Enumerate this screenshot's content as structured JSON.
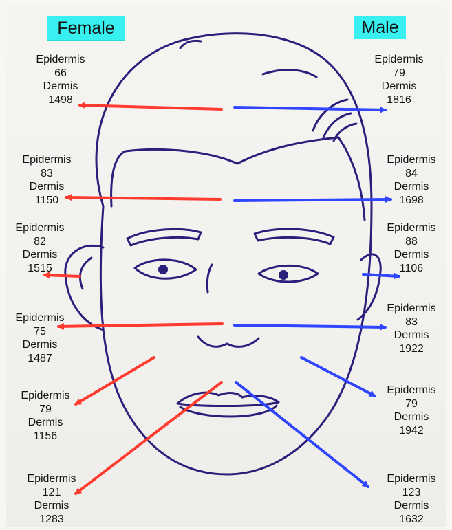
{
  "headers": {
    "female": "Female",
    "male": "Male"
  },
  "labels": {
    "female": [
      {
        "epidermis_label": "Epidermis",
        "epidermis": "66",
        "dermis_label": "Dermis",
        "dermis": "1498"
      },
      {
        "epidermis_label": "Epidermis",
        "epidermis": "83",
        "dermis_label": "Dermis",
        "dermis": "1150"
      },
      {
        "epidermis_label": "Epidermis",
        "epidermis": "82",
        "dermis_label": "Dermis",
        "dermis": "1515"
      },
      {
        "epidermis_label": "Epidermis",
        "epidermis": "75",
        "dermis_label": "Dermis",
        "dermis": "1487"
      },
      {
        "epidermis_label": "Epidermis",
        "epidermis": "79",
        "dermis_label": "Dermis",
        "dermis": "1156"
      },
      {
        "epidermis_label": "Epidermis",
        "epidermis": "121",
        "dermis_label": "Dermis",
        "dermis": "1283"
      }
    ],
    "male": [
      {
        "epidermis_label": "Epidermis",
        "epidermis": "79",
        "dermis_label": "Dermis",
        "dermis": "1816"
      },
      {
        "epidermis_label": "Epidermis",
        "epidermis": "84",
        "dermis_label": "Dermis",
        "dermis": "1698"
      },
      {
        "epidermis_label": "Epidermis",
        "epidermis": "88",
        "dermis_label": "Dermis",
        "dermis": "1106"
      },
      {
        "epidermis_label": "Epidermis",
        "epidermis": "83",
        "dermis_label": "Dermis",
        "dermis": "1922"
      },
      {
        "epidermis_label": "Epidermis",
        "epidermis": "79",
        "dermis_label": "Dermis",
        "dermis": "1942"
      },
      {
        "epidermis_label": "Epidermis",
        "epidermis": "123",
        "dermis_label": "Dermis",
        "dermis": "1632"
      }
    ]
  },
  "colors": {
    "female_arrow": "#ff3b30",
    "male_arrow": "#2f45ff",
    "ink": "#2a1f7a",
    "header_bg": "#37f0ef"
  }
}
